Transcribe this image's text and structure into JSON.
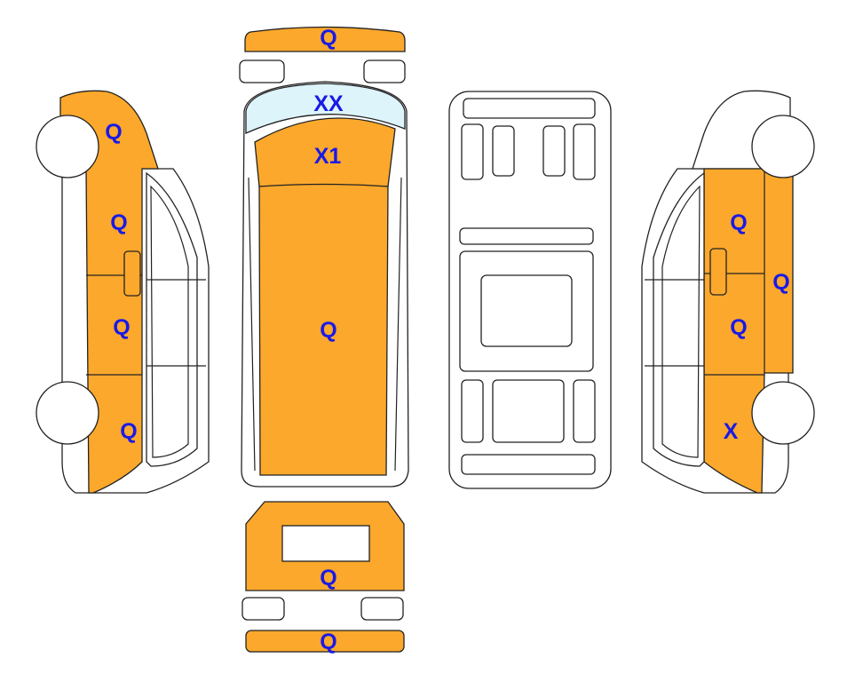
{
  "colors": {
    "damaged": "#FBA82C",
    "glass": "#DDF4FB",
    "label": "#1A1AE6",
    "outline": "#222222"
  },
  "top_view": {
    "front_bumper": "Q",
    "windshield": "XX",
    "hood": "X1",
    "roof": "Q"
  },
  "rear_view": {
    "rear_door": "Q",
    "rear_bumper": "Q"
  },
  "left_side": {
    "front_fender": "Q",
    "front_door": "Q",
    "side_panel": "Q",
    "rear_quarter": "Q"
  },
  "right_side": {
    "front_door": "Q",
    "side_panel_edge": "Q",
    "side_panel": "Q",
    "rear_quarter": "X"
  }
}
